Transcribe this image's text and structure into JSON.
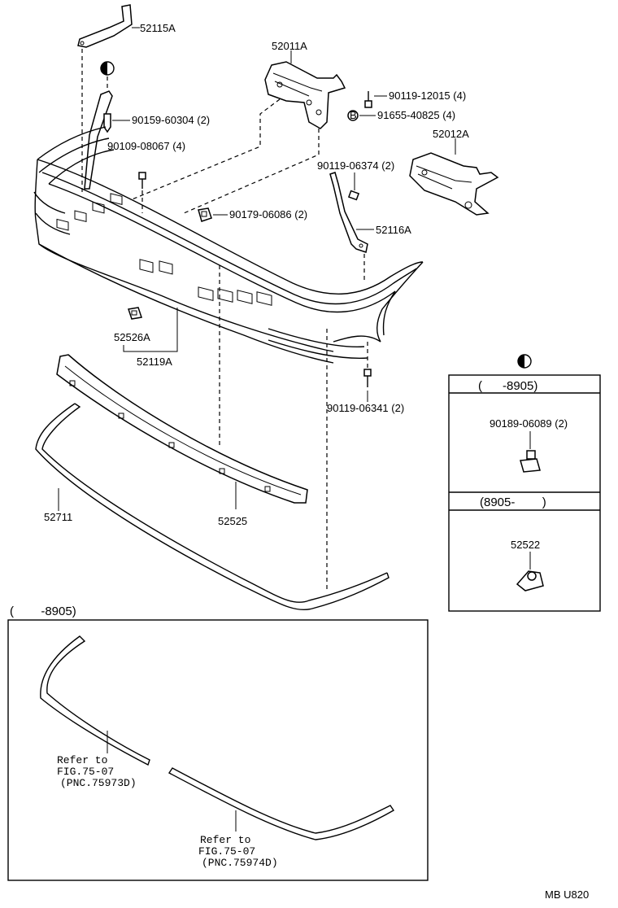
{
  "labels": {
    "p52115A": "52115A",
    "p52011A": "52011A",
    "p90119_12015": "90119-12015 (4)",
    "p91655_40825": "91655-40825 (4)",
    "p90159_60304": "90159-60304 (2)",
    "p90109_08067": "90109-08067 (4)",
    "p52012A": "52012A",
    "p90119_06374": "90119-06374 (2)",
    "p90179_06086": "90179-06086 (2)",
    "p52116A": "52116A",
    "p52526A": "52526A",
    "p52119A": "52119A",
    "p90119_06341": "90119-06341 (2)",
    "p52711": "52711",
    "p52525": "52525",
    "p90189_06089": "90189-06089 (2)",
    "p52522": "52522"
  },
  "inset_right": {
    "header_top": "(      -8905)",
    "header_mid": "(8905-        )"
  },
  "inset_bottom": {
    "header": "(        -8905)",
    "ref1_line1": "Refer to",
    "ref1_line2": "FIG.75-07",
    "ref1_line3": "(PNC.75973D)",
    "ref2_line1": "Refer to",
    "ref2_line2": "FIG.75-07",
    "ref2_line3": "(PNC.75974D)"
  },
  "footer": {
    "code": "MB U820"
  }
}
